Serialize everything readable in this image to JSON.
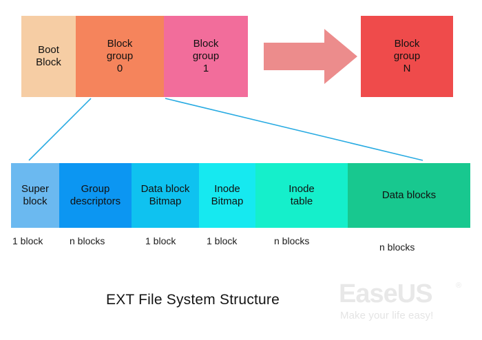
{
  "diagram": {
    "title": "EXT File System Structure",
    "overview": {
      "tiles": [
        {
          "label": "Boot\nBlock",
          "color": "#F6CDA4",
          "name": "boot-block"
        },
        {
          "label": "Block\ngroup\n0",
          "color": "#F5845C",
          "name": "block-group-0"
        },
        {
          "label": "Block\ngroup\n1",
          "color": "#F26D9B",
          "name": "block-group-1"
        },
        {
          "label": "Block\ngroup\nN",
          "color": "#EF4B4B",
          "name": "block-group-n"
        }
      ],
      "arrow": {
        "name": "continuation-arrow",
        "color": "#EC8C8C",
        "direction": "right"
      }
    },
    "block_group_detail": {
      "segments": [
        {
          "label": "Super\nblock",
          "caption": "1 block",
          "color": "#6BB9F0"
        },
        {
          "label": "Group\ndescriptors",
          "caption": "n blocks",
          "color": "#0C96F2"
        },
        {
          "label": "Data block\nBitmap",
          "caption": "1 block",
          "color": "#0FC2F0"
        },
        {
          "label": "Inode\nBitmap",
          "caption": "1 block",
          "color": "#16E9F0"
        },
        {
          "label": "Inode\ntable",
          "caption": "n blocks",
          "color": "#15EFCB"
        },
        {
          "label": "Data blocks",
          "caption": "n blocks",
          "color": "#18C88F"
        }
      ]
    },
    "connectors": {
      "color": "#29ABE2",
      "count": 2
    }
  },
  "watermark": {
    "brand": "EaseUS",
    "registered": "®",
    "tagline": "Make your life easy!",
    "color": "#E8E8E8"
  }
}
